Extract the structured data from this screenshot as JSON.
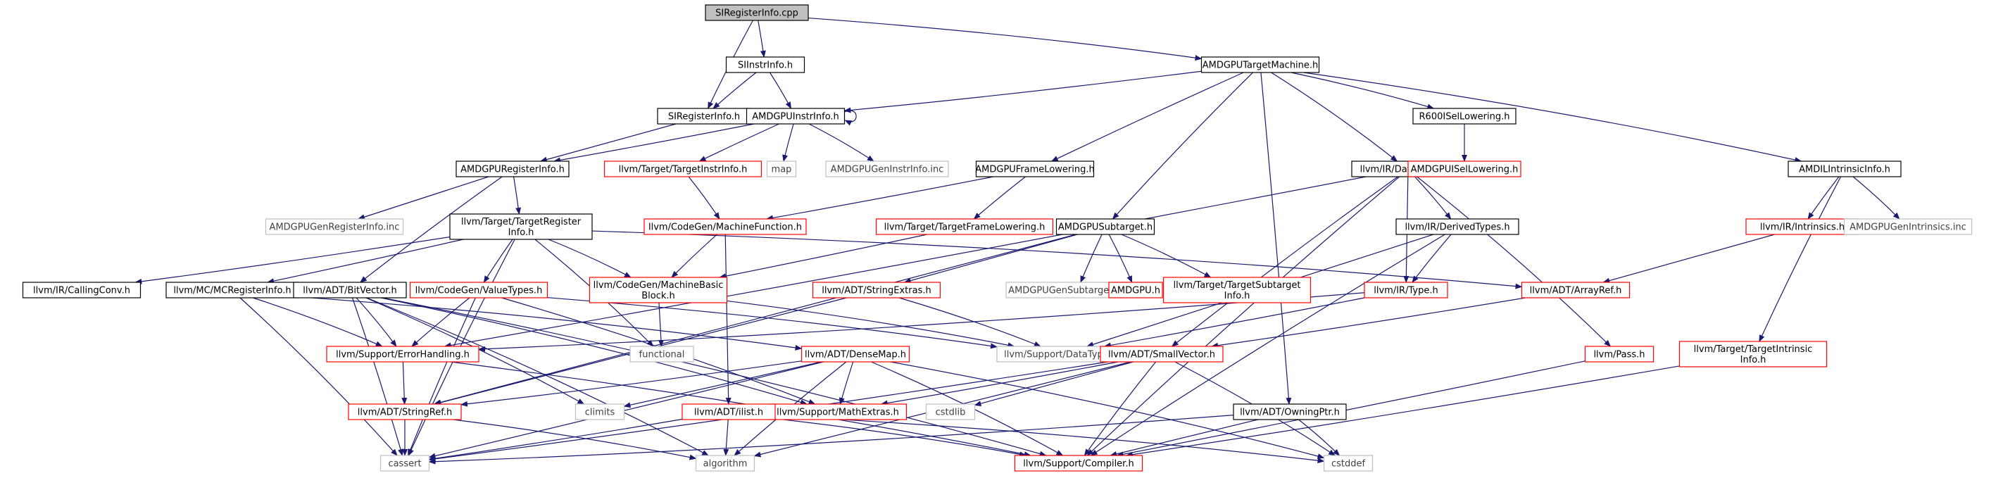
{
  "diagram": {
    "nodes": [
      {
        "id": "root",
        "label": "SIRegisterInfo.cpp",
        "kind": "root"
      },
      {
        "id": "siinstr",
        "label": "SIInstrInfo.h",
        "kind": "doc"
      },
      {
        "id": "amdtm",
        "label": "AMDGPUTargetMachine.h",
        "kind": "doc"
      },
      {
        "id": "sireg",
        "label": "SIRegisterInfo.h",
        "kind": "doc"
      },
      {
        "id": "amdinstr",
        "label": "AMDGPUInstrInfo.h",
        "kind": "doc"
      },
      {
        "id": "r600",
        "label": "R600ISelLowering.h",
        "kind": "doc"
      },
      {
        "id": "amdreg",
        "label": "AMDGPURegisterInfo.h",
        "kind": "doc"
      },
      {
        "id": "tii",
        "label": "llvm/Target/TargetInstrInfo.h",
        "kind": "red"
      },
      {
        "id": "map",
        "label": "map",
        "kind": "ext"
      },
      {
        "id": "geninstr",
        "label": "AMDGPUGenInstrInfo.inc",
        "kind": "ext"
      },
      {
        "id": "framelow",
        "label": "AMDGPUFrameLowering.h",
        "kind": "doc"
      },
      {
        "id": "datalayout",
        "label": "llvm/IR/DataLayout.h",
        "kind": "doc"
      },
      {
        "id": "isellow",
        "label": "AMDGPUISelLowering.h",
        "kind": "red"
      },
      {
        "id": "amdil",
        "label": "AMDILIntrinsicInfo.h",
        "kind": "doc"
      },
      {
        "id": "genreg",
        "label": "AMDGPUGenRegisterInfo.inc",
        "kind": "ext"
      },
      {
        "id": "tri",
        "label": "llvm/Target/TargetRegister\nInfo.h",
        "kind": "doc"
      },
      {
        "id": "mfunc",
        "label": "llvm/CodeGen/MachineFunction.h",
        "kind": "red"
      },
      {
        "id": "tfl",
        "label": "llvm/Target/TargetFrameLowering.h",
        "kind": "red"
      },
      {
        "id": "subtarget",
        "label": "AMDGPUSubtarget.h",
        "kind": "doc"
      },
      {
        "id": "derived",
        "label": "llvm/IR/DerivedTypes.h",
        "kind": "doc"
      },
      {
        "id": "intrinsics",
        "label": "llvm/IR/Intrinsics.h",
        "kind": "red"
      },
      {
        "id": "genintr",
        "label": "AMDGPUGenIntrinsics.inc",
        "kind": "ext"
      },
      {
        "id": "callconv",
        "label": "llvm/IR/CallingConv.h",
        "kind": "doc"
      },
      {
        "id": "mcreg",
        "label": "llvm/MC/MCRegisterInfo.h",
        "kind": "doc"
      },
      {
        "id": "bitvec",
        "label": "llvm/ADT/BitVector.h",
        "kind": "doc"
      },
      {
        "id": "valuetypes",
        "label": "llvm/CodeGen/ValueTypes.h",
        "kind": "red"
      },
      {
        "id": "mbb",
        "label": "llvm/CodeGen/MachineBasic\nBlock.h",
        "kind": "red"
      },
      {
        "id": "strextras",
        "label": "llvm/ADT/StringExtras.h",
        "kind": "red"
      },
      {
        "id": "gensub",
        "label": "AMDGPUGenSubtargetInfo.inc",
        "kind": "ext"
      },
      {
        "id": "amdgpuh",
        "label": "AMDGPU.h",
        "kind": "red"
      },
      {
        "id": "tsi",
        "label": "llvm/Target/TargetSubtarget\nInfo.h",
        "kind": "red"
      },
      {
        "id": "type",
        "label": "llvm/IR/Type.h",
        "kind": "red"
      },
      {
        "id": "arrayref",
        "label": "llvm/ADT/ArrayRef.h",
        "kind": "red"
      },
      {
        "id": "errh",
        "label": "llvm/Support/ErrorHandling.h",
        "kind": "red"
      },
      {
        "id": "functional",
        "label": "functional",
        "kind": "ext"
      },
      {
        "id": "datatypes",
        "label": "llvm/Support/DataTypes.h",
        "kind": "ext"
      },
      {
        "id": "densemap",
        "label": "llvm/ADT/DenseMap.h",
        "kind": "red"
      },
      {
        "id": "smallvec",
        "label": "llvm/ADT/SmallVector.h",
        "kind": "red"
      },
      {
        "id": "pass",
        "label": "llvm/Pass.h",
        "kind": "red"
      },
      {
        "id": "tintr",
        "label": "llvm/Target/TargetIntrinsic\nInfo.h",
        "kind": "red"
      },
      {
        "id": "strref",
        "label": "llvm/ADT/StringRef.h",
        "kind": "red"
      },
      {
        "id": "climits",
        "label": "climits",
        "kind": "ext"
      },
      {
        "id": "mathextras",
        "label": "llvm/Support/MathExtras.h",
        "kind": "red"
      },
      {
        "id": "cstdlib",
        "label": "cstdlib",
        "kind": "ext"
      },
      {
        "id": "ilist",
        "label": "llvm/ADT/ilist.h",
        "kind": "red"
      },
      {
        "id": "owningptr",
        "label": "llvm/ADT/OwningPtr.h",
        "kind": "doc"
      },
      {
        "id": "cassert",
        "label": "cassert",
        "kind": "ext"
      },
      {
        "id": "algorithm",
        "label": "algorithm",
        "kind": "ext"
      },
      {
        "id": "compiler",
        "label": "llvm/Support/Compiler.h",
        "kind": "red"
      },
      {
        "id": "cstddef",
        "label": "cstddef",
        "kind": "ext"
      }
    ],
    "edges": [
      [
        "root",
        "siinstr"
      ],
      [
        "root",
        "amdtm"
      ],
      [
        "root",
        "sireg"
      ],
      [
        "siinstr",
        "sireg"
      ],
      [
        "siinstr",
        "amdinstr"
      ],
      [
        "amdtm",
        "amdinstr"
      ],
      [
        "amdtm",
        "r600"
      ],
      [
        "amdtm",
        "framelow"
      ],
      [
        "amdtm",
        "subtarget"
      ],
      [
        "amdtm",
        "datalayout"
      ],
      [
        "amdtm",
        "amdil"
      ],
      [
        "amdtm",
        "owningptr"
      ],
      [
        "sireg",
        "amdreg"
      ],
      [
        "amdinstr",
        "amdinstr"
      ],
      [
        "amdinstr",
        "amdreg"
      ],
      [
        "amdinstr",
        "tii"
      ],
      [
        "amdinstr",
        "map"
      ],
      [
        "amdinstr",
        "geninstr"
      ],
      [
        "r600",
        "isellow"
      ],
      [
        "amdreg",
        "genreg"
      ],
      [
        "amdreg",
        "tri"
      ],
      [
        "amdreg",
        "bitvec"
      ],
      [
        "tii",
        "mfunc"
      ],
      [
        "framelow",
        "mfunc"
      ],
      [
        "framelow",
        "tfl"
      ],
      [
        "datalayout",
        "derived"
      ],
      [
        "datalayout",
        "type"
      ],
      [
        "datalayout",
        "errh"
      ],
      [
        "datalayout",
        "pass"
      ],
      [
        "datalayout",
        "smallvec"
      ],
      [
        "datalayout",
        "compiler"
      ],
      [
        "amdil",
        "intrinsics"
      ],
      [
        "amdil",
        "genintr"
      ],
      [
        "amdil",
        "tintr"
      ],
      [
        "tri",
        "callconv"
      ],
      [
        "tri",
        "mcreg"
      ],
      [
        "tri",
        "valuetypes"
      ],
      [
        "tri",
        "mbb"
      ],
      [
        "tri",
        "functional"
      ],
      [
        "tri",
        "cassert"
      ],
      [
        "tri",
        "arrayref"
      ],
      [
        "mfunc",
        "mbb"
      ],
      [
        "mfunc",
        "ilist"
      ],
      [
        "tfl",
        "mbb"
      ],
      [
        "subtarget",
        "strref"
      ],
      [
        "subtarget",
        "strextras"
      ],
      [
        "subtarget",
        "gensub"
      ],
      [
        "subtarget",
        "amdgpuh"
      ],
      [
        "subtarget",
        "tsi"
      ],
      [
        "derived",
        "type"
      ],
      [
        "derived",
        "datatypes"
      ],
      [
        "derived",
        "compiler"
      ],
      [
        "intrinsics",
        "arrayref"
      ],
      [
        "mcreg",
        "errh"
      ],
      [
        "mcreg",
        "cassert"
      ],
      [
        "mcreg",
        "densemap"
      ],
      [
        "bitvec",
        "errh"
      ],
      [
        "bitvec",
        "mathextras"
      ],
      [
        "bitvec",
        "cassert"
      ],
      [
        "bitvec",
        "climits"
      ],
      [
        "bitvec",
        "algorithm"
      ],
      [
        "bitvec",
        "compiler"
      ],
      [
        "valuetypes",
        "errh"
      ],
      [
        "valuetypes",
        "mathextras"
      ],
      [
        "valuetypes",
        "cassert"
      ],
      [
        "valuetypes",
        "datatypes"
      ],
      [
        "mbb",
        "functional"
      ],
      [
        "mbb",
        "datatypes"
      ],
      [
        "strextras",
        "strref"
      ],
      [
        "strextras",
        "datatypes"
      ],
      [
        "type",
        "errh"
      ],
      [
        "type",
        "datatypes"
      ],
      [
        "arrayref",
        "smallvec"
      ],
      [
        "errh",
        "strref"
      ],
      [
        "errh",
        "compiler"
      ],
      [
        "densemap",
        "mathextras"
      ],
      [
        "densemap",
        "cassert"
      ],
      [
        "densemap",
        "climits"
      ],
      [
        "densemap",
        "algorithm"
      ],
      [
        "densemap",
        "compiler"
      ],
      [
        "densemap",
        "cstddef"
      ],
      [
        "densemap",
        "strref"
      ],
      [
        "smallvec",
        "mathextras"
      ],
      [
        "smallvec",
        "cstdlib"
      ],
      [
        "smallvec",
        "cassert"
      ],
      [
        "smallvec",
        "algorithm"
      ],
      [
        "smallvec",
        "compiler"
      ],
      [
        "smallvec",
        "cstddef"
      ],
      [
        "pass",
        "compiler"
      ],
      [
        "tintr",
        "compiler"
      ],
      [
        "strref",
        "cassert"
      ],
      [
        "strref",
        "algorithm"
      ],
      [
        "ilist",
        "cassert"
      ],
      [
        "ilist",
        "algorithm"
      ],
      [
        "ilist",
        "compiler"
      ],
      [
        "ilist",
        "cstddef"
      ],
      [
        "owningptr",
        "compiler"
      ],
      [
        "owningptr",
        "cassert"
      ],
      [
        "owningptr",
        "cstddef"
      ]
    ]
  },
  "colors": {
    "edge": "#191970",
    "root_fill": "#bfbfbf",
    "doc_border": "#000000",
    "missing_border": "#ff0000",
    "external_border": "#bfbfbf"
  }
}
